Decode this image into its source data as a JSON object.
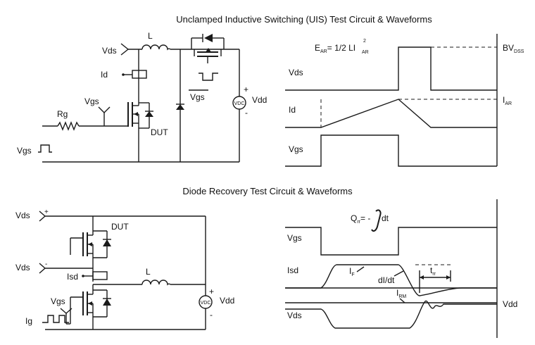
{
  "top": {
    "title": "Unclamped Inductive Switching (UIS) Test Circuit & Waveforms",
    "circuit": {
      "vds": "Vds",
      "inductor": "L",
      "id": "Id",
      "vgs": "Vgs",
      "rg": "Rg",
      "dut": "DUT",
      "vgs_bar": "Vgs",
      "vdd": "Vdd",
      "vdc": "VDC",
      "plus": "+",
      "minus": "-",
      "vgs_pulse": "Vgs"
    },
    "waveforms": {
      "energy_pre": "E",
      "energy_sub": "AR",
      "energy_mid": "= 1/2 LI",
      "energy_sup": "2",
      "energy_sub2": "AR",
      "vds": "Vds",
      "id": "Id",
      "vgs": "Vgs",
      "bv": "BV",
      "bv_sub": "DSS",
      "iar": "I",
      "iar_sub": "AR"
    }
  },
  "bottom": {
    "title": "Diode Recovery Test Circuit & Waveforms",
    "circuit": {
      "vds_plus": "Vds",
      "vds_minus": "Vds",
      "plus": "+",
      "minus": "-",
      "dut": "DUT",
      "isd": "Isd",
      "inductor": "L",
      "vgs": "Vgs",
      "ig": "Ig",
      "vdd": "Vdd",
      "vdc": "VDC"
    },
    "waveforms": {
      "qrr_pre": "Q",
      "qrr_sub": "rr",
      "qrr_post": "= -",
      "dt": "dt",
      "vgs": "Vgs",
      "isd": "Isd",
      "vds": "Vds",
      "if": "I",
      "if_sub": "F",
      "didt": "dI/dt",
      "irm": "I",
      "irm_sub": "RM",
      "trr": "t",
      "trr_sub": "rr",
      "vdd": "Vdd"
    }
  }
}
